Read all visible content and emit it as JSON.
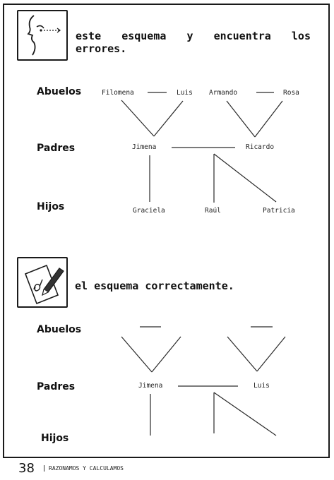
{
  "section1": {
    "icon": "observe-icon",
    "text_line1": [
      "este",
      "esquema",
      "y",
      "encuentra",
      "los"
    ],
    "text_line2": "errores.",
    "labels": {
      "grandparents": "Abuelos",
      "parents": "Padres",
      "children": "Hijos"
    },
    "names": {
      "grandparent_1": "Filomena",
      "grandparent_2": "Luis",
      "grandparent_3": "Armando",
      "grandparent_4": "Rosa",
      "parent_1": "Jimena",
      "parent_2": "Ricardo",
      "child_1": "Graciela",
      "child_2": "Raúl",
      "child_3": "Patricia"
    }
  },
  "section2": {
    "icon": "write-icon",
    "text": "el esquema correctamente.",
    "labels": {
      "grandparents": "Abuelos",
      "parents": "Padres",
      "children": "Hijos"
    },
    "names": {
      "parent_1": "Jimena",
      "parent_2": "Luis"
    }
  },
  "footer": {
    "page_number": "38",
    "book_title": "RAZONAMOS Y CALCULAMOS"
  }
}
